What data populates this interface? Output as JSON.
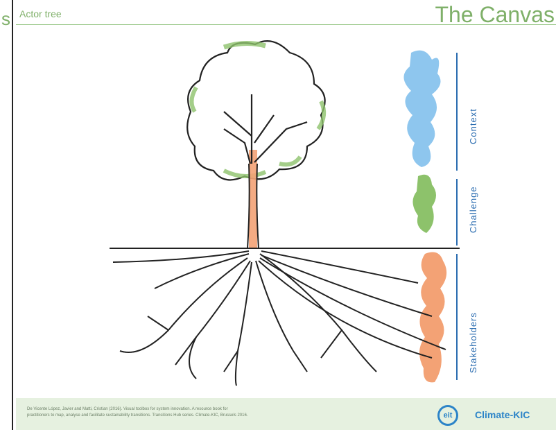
{
  "header": {
    "title": "Actor tree",
    "brand": "The Canvas",
    "left_fragment": "s"
  },
  "labels": {
    "context": "Context",
    "challenge": "Challenge",
    "stakeholders": "Stakeholders"
  },
  "footer": {
    "citation": "De Vicente López, Javier and Matti, Cristian (2016). Visual toolbox for system innovation. A resource book for practitioners to map, analyse and facilitate sustainability transitions. Transitions Hub series. Climate-KIC, Brussels 2016.",
    "logo_mark": "eit",
    "logo_text": "Climate-KIC"
  },
  "colors": {
    "accent_green": "#7fb069",
    "context_blue": "#8ec6ee",
    "challenge_green": "#8dc26b",
    "stakeholder_orange": "#f3a275",
    "label_blue": "#2a6cb0"
  }
}
